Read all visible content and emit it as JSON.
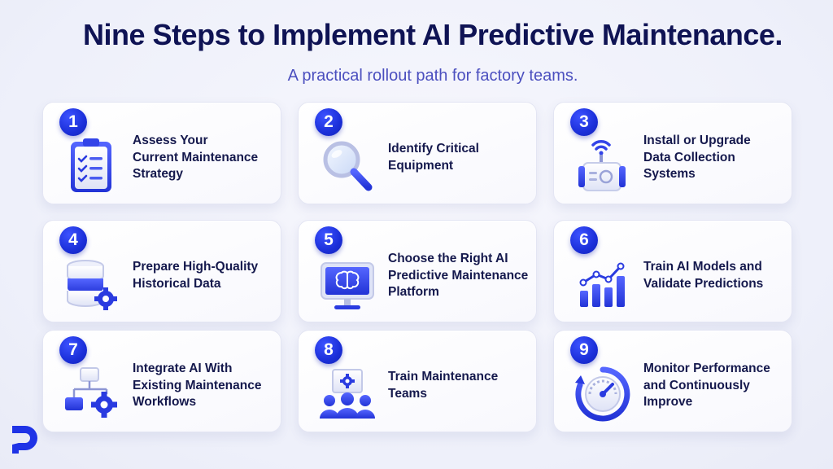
{
  "header": {
    "title": "Nine Steps to Implement AI Predictive Maintenance.",
    "subtitle": "A practical rollout path for factory teams."
  },
  "steps": [
    {
      "number": "1",
      "label": "Assess Your\nCurrent Maintenance\nStrategy",
      "icon": "clipboard-checklist-icon"
    },
    {
      "number": "2",
      "label": "Identify Critical\nEquipment",
      "icon": "magnifying-glass-icon"
    },
    {
      "number": "3",
      "label": "Install or Upgrade\nData Collection\nSystems",
      "icon": "wireless-sensor-icon"
    },
    {
      "number": "4",
      "label": "Prepare High-Quality\nHistorical Data",
      "icon": "database-gear-icon"
    },
    {
      "number": "5",
      "label": "Choose the Right AI\nPredictive Maintenance\nPlatform",
      "icon": "monitor-brain-icon"
    },
    {
      "number": "6",
      "label": "Train AI Models and\nValidate Predictions",
      "icon": "bar-chart-trend-icon"
    },
    {
      "number": "7",
      "label": "Integrate AI With\nExisting Maintenance\nWorkflows",
      "icon": "workflow-gear-icon"
    },
    {
      "number": "8",
      "label": "Train Maintenance\nTeams",
      "icon": "team-training-icon"
    },
    {
      "number": "9",
      "label": "Monitor Performance\nand Continuously\nImprove",
      "icon": "gauge-refresh-icon"
    }
  ],
  "colors": {
    "title": "#0f1354",
    "subtitle": "#4b4fbf",
    "accent": "#1b2fd9",
    "card_text": "#15194d"
  },
  "brand": {
    "logo_icon": "brand-logo-icon"
  }
}
